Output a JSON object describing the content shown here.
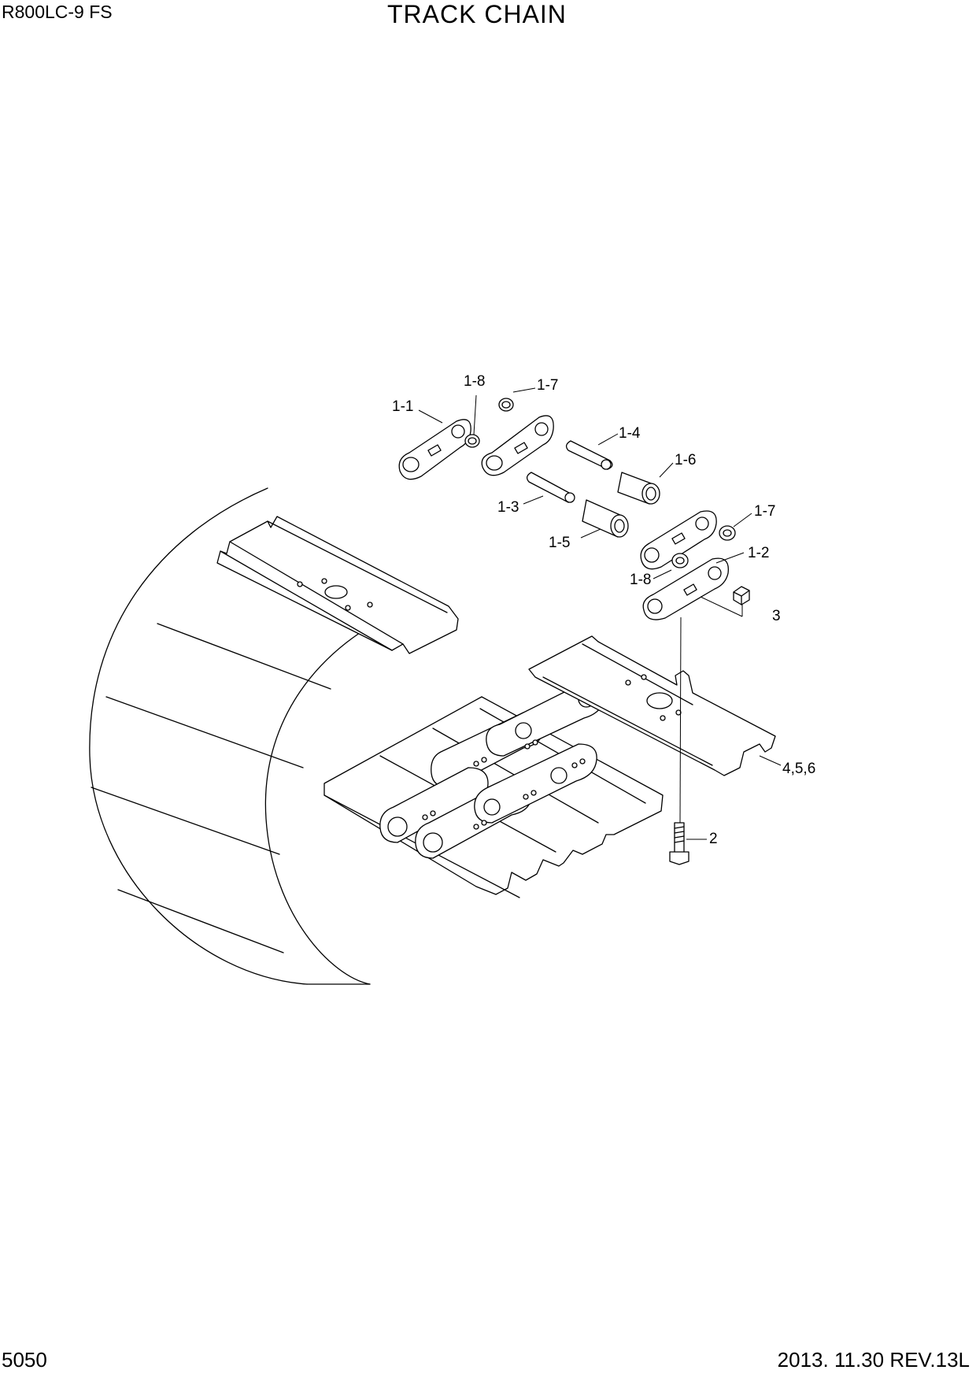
{
  "header": {
    "model": "R800LC-9 FS",
    "title": "TRACK CHAIN"
  },
  "footer": {
    "page_number": "5050",
    "revision": "2013. 11.30  REV.13L"
  },
  "callouts": [
    {
      "id": "c-1-1",
      "label": "1-1"
    },
    {
      "id": "c-1-8-top",
      "label": "1-8"
    },
    {
      "id": "c-1-7-top",
      "label": "1-7"
    },
    {
      "id": "c-1-4",
      "label": "1-4"
    },
    {
      "id": "c-1-6",
      "label": "1-6"
    },
    {
      "id": "c-1-3",
      "label": "1-3"
    },
    {
      "id": "c-1-5",
      "label": "1-5"
    },
    {
      "id": "c-1-7-right",
      "label": "1-7"
    },
    {
      "id": "c-1-2",
      "label": "1-2"
    },
    {
      "id": "c-1-8-right",
      "label": "1-8"
    },
    {
      "id": "c-3",
      "label": "3"
    },
    {
      "id": "c-4-5-6",
      "label": "4,5,6"
    },
    {
      "id": "c-2",
      "label": "2"
    }
  ]
}
